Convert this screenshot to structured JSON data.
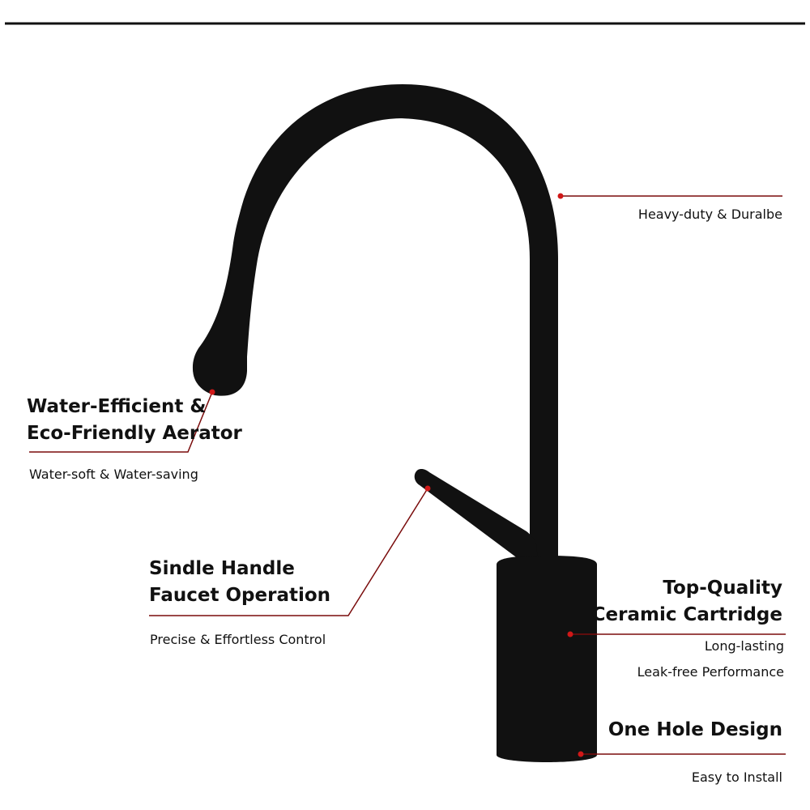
{
  "colors": {
    "faucet": "#111111",
    "leader_line": "#7a0c0c",
    "marker_dot": "#d01818",
    "top_rule": "#111111",
    "text": "#111111"
  },
  "callouts": {
    "body": {
      "subtitle": "Heavy-duty & Duralbe"
    },
    "aerator": {
      "title_line1": "Water-Efficient &",
      "title_line2": "Eco-Friendly Aerator",
      "subtitle": "Water-soft & Water-saving"
    },
    "handle": {
      "title_line1": "Sindle Handle",
      "title_line2": "Faucet Operation",
      "subtitle": "Precise & Effortless Control"
    },
    "cartridge": {
      "title_line1": "Top-Quality",
      "title_line2": "Ceramic Cartridge",
      "subtitle_line1": "Long-lasting",
      "subtitle_line2": "Leak-free Performance"
    },
    "hole": {
      "title": "One Hole Design",
      "subtitle": "Easy to Install"
    }
  }
}
